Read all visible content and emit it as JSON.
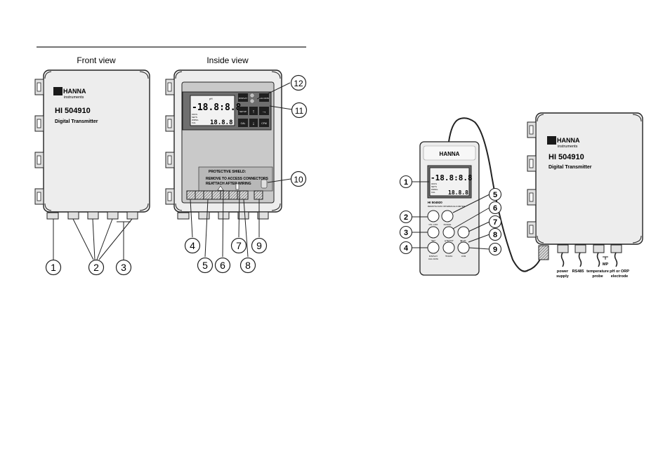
{
  "views": {
    "front": "Front view",
    "inside": "Inside view"
  },
  "device": {
    "brand": "HANNA",
    "brand_sub": "instruments",
    "model": "HI 504910",
    "subtitle": "Digital Transmitter"
  },
  "display": {
    "main_digits": "-18.8:8.8",
    "small_digits": "18.8.8",
    "annunciators_top": [
      "pH",
      "mV",
      "DATE"
    ],
    "annunciators_left": [
      "OFFS",
      "SETS",
      "WRNG",
      "CAL"
    ],
    "annunciators_mid": [
      "°C",
      "mV",
      "pH"
    ]
  },
  "keypad": {
    "display": "DISPLAY",
    "cal_data": "CAL DATA",
    "setup": "SETUP",
    "cal": "CAL",
    "cfm": "CFM",
    "up": "↑",
    "down": "↓",
    "right": "→"
  },
  "shield": {
    "title": "PROTECTIVE SHIELD:",
    "line1": "REMOVE TO ACCESS CONNECTORS",
    "line2": "REATTACH AFTER WIRING"
  },
  "callouts_left": [
    "1",
    "2",
    "3",
    "4",
    "5",
    "6",
    "7",
    "8",
    "9",
    "10",
    "11",
    "12"
  ],
  "remote": {
    "brand": "HANNA",
    "model": "HI 504920",
    "model_sub": "REMOTE DATA INTERFACE & METER",
    "main_digits": "-18.8:8.8",
    "small_digits": "18.8.8",
    "annunciators_left": [
      "OFFS",
      "SETS",
      "WRNG",
      "CAL"
    ],
    "keys": {
      "onoff": "ON / OFF",
      "range": "RANGE",
      "set": "SET",
      "setup": "▲SETUP",
      "cal": "▶CAL",
      "display": "DISPLAY",
      "cal_data": "CAL DATA",
      "data": "▼DATA",
      "cfm": "CFM"
    }
  },
  "callouts_right": [
    "1",
    "2",
    "3",
    "4",
    "5",
    "6",
    "7",
    "8",
    "9"
  ],
  "connections": {
    "power": [
      "power",
      "supply"
    ],
    "rs485": "RS485",
    "temp": [
      "temperature",
      "probe"
    ],
    "mp": "MP",
    "ph": [
      "pH or ORP",
      "electrode"
    ]
  }
}
